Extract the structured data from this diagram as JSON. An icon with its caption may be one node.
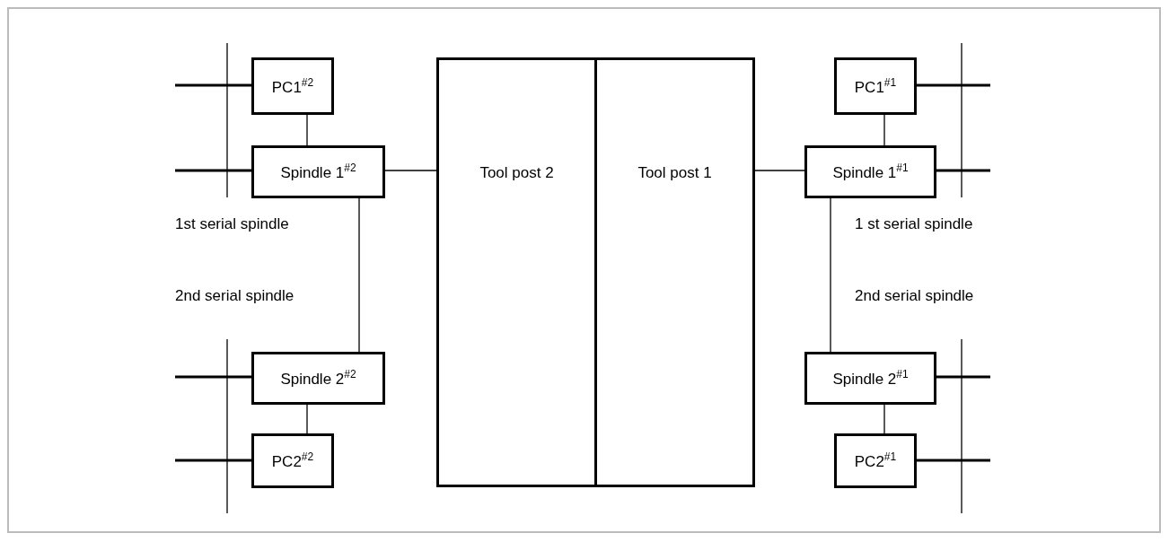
{
  "diagram": {
    "nodes": [
      {
        "text": [
          "PC1$^{#2}$"
        ]
      },
      {
        "text": [
          "Tool post 2"
        ]
      },
      {
        "text": [
          "Tool  post 1"
        ]
      },
      {
        "text": [
          "PC1$^{#1}$"
        ]
      },
      {
        "text": [
          "Spindle 1$^{#2}$"
        ]
      },
      {
        "text": [
          "Spindle 1$^{#1}$"
        ]
      },
      {
        "text": [
          "Spindle 2$^{#2}$"
        ]
      },
      {
        "text": [
          "Spindle 2$^{#1}$"
        ]
      },
      {
        "text": [
          "PC2$^{#2}$"
        ]
      },
      {
        "text": [
          "PC2$^{#1}$"
        ]
      }
    ],
    "edges": [
      {
        "from": 0,
        "to": 4,
        "arrow": "none"
      },
      {
        "from": 4,
        "to": 1,
        "arrow": "none"
      },
      {
        "from": 4,
        "to": 6,
        "arrow": "none"
      },
      {
        "from": 6,
        "to": 8,
        "arrow": "none"
      },
      {
        "from": 3,
        "to": 5,
        "arrow": "none"
      },
      {
        "from": 5,
        "to": 2,
        "arrow": "none"
      },
      {
        "from": 5,
        "to": 7,
        "arrow": "none"
      },
      {
        "from": 7,
        "to": 9,
        "arrow": "none"
      }
    ],
    "labels": [
      "1st serial spindle",
      "2nd serial spindle",
      "1 st serial spindle",
      "2nd serial spindle"
    ]
  }
}
